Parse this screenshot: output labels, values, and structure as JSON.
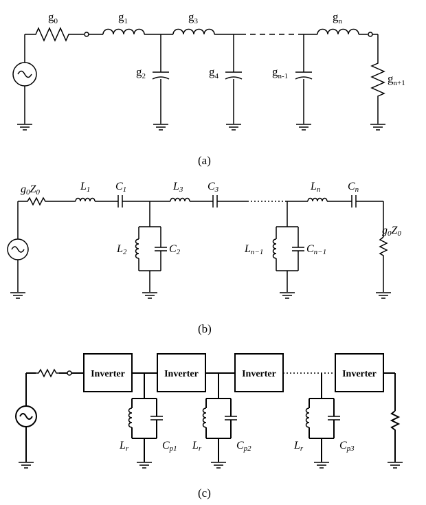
{
  "captions": {
    "a": "(a)",
    "b": "(b)",
    "c": "(c)"
  },
  "circuit_a": {
    "g0": "g",
    "g0_sub": "0",
    "g1": "g",
    "g1_sub": "1",
    "g2": "g",
    "g2_sub": "2",
    "g3": "g",
    "g3_sub": "3",
    "g4": "g",
    "g4_sub": "4",
    "gn_1": "g",
    "gn_1_sub": "n-1",
    "gn": "g",
    "gn_sub": "n",
    "gn1": "g",
    "gn1_sub": "n+1"
  },
  "circuit_b": {
    "g0z0_left": {
      "g": "g",
      "g_sub": "0",
      "z": "Z",
      "z_sub": "0"
    },
    "L1": "L",
    "L1_sub": "1",
    "C1": "C",
    "C1_sub": "1",
    "L3": "L",
    "L3_sub": "3",
    "C3": "C",
    "C3_sub": "3",
    "Ln": "L",
    "Ln_sub": "n",
    "Cn": "C",
    "Cn_sub": "n",
    "L2": "L",
    "L2_sub": "2",
    "C2": "C",
    "C2_sub": "2",
    "Ln_1": "L",
    "Ln_1_sub": "n−1",
    "Cn_1": "C",
    "Cn_1_sub": "n−1",
    "g0z0_right": {
      "g": "g",
      "g_sub": "0",
      "z": "Z",
      "z_sub": "0"
    }
  },
  "circuit_c": {
    "inverter_label": "Inverter",
    "Lr": "L",
    "Lr_sub": "r",
    "Cp1": "C",
    "Cp1_sub": "p1",
    "Cp2": "C",
    "Cp2_sub": "p2",
    "Cp3": "C",
    "Cp3_sub": "p3"
  }
}
